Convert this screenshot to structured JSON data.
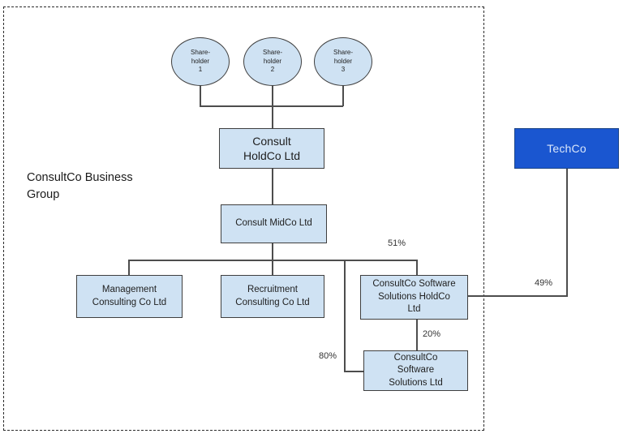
{
  "title": "ConsultCo group structure diagram",
  "group_label": "ConsultCo Business\nGroup",
  "colors": {
    "node_fill": "#cfe2f3",
    "node_border": "#3f3f3f",
    "edge_line": "#4d4d4d",
    "boundary_dash": "#2b2b2b",
    "techco_fill": "#1a56d0",
    "techco_border": "#1c4587",
    "techco_text": "#d9e6fa"
  },
  "nodes": {
    "shareholder1": "Share-\nholder\n1",
    "shareholder2": "Share-\nholder\n2",
    "shareholder3": "Share-\nholder\n3",
    "holdco": "Consult\nHoldCo Ltd",
    "midco": "Consult MidCo Ltd",
    "management": "Management\nConsulting Co Ltd",
    "recruitment": "Recruitment\nConsulting Co Ltd",
    "software_holdco": "ConsultCo Software\nSolutions HoldCo\nLtd",
    "software": "ConsultCo\nSoftware\nSolutions Ltd",
    "techco": "TechCo"
  },
  "ownership_labels": {
    "midco_to_software_holdco": "51%",
    "techco_to_software_holdco": "49%",
    "software_holdco_to_software": "20%",
    "midco_to_software": "80%"
  }
}
